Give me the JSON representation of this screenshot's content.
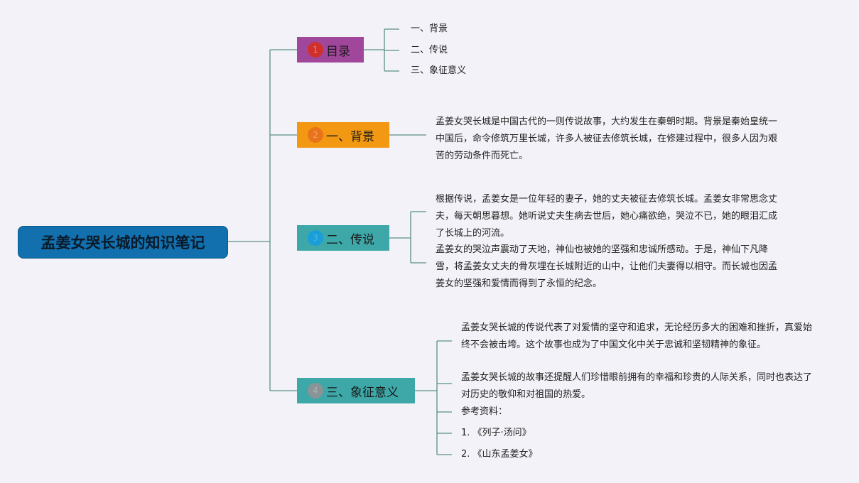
{
  "root": {
    "title": "孟姜女哭长城的知识笔记"
  },
  "topics": [
    {
      "num": "1",
      "label": "目录",
      "bg": "#a0479b",
      "badge": "#d0302c",
      "numColor": "#e88080"
    },
    {
      "num": "2",
      "label": "一、背景",
      "bg": "#f29812",
      "badge": "#e8731a",
      "numColor": "#f4a35a"
    },
    {
      "num": "3",
      "label": "二、传说",
      "bg": "#3ea8a9",
      "badge": "#1a9ed8",
      "numColor": "#4ab4e6"
    },
    {
      "num": "4",
      "label": "三、象征意义",
      "bg": "#3ea8a9",
      "badge": "#8a9496",
      "numColor": "#a8b0b2"
    }
  ],
  "toc": [
    "一、背景",
    "二、传说",
    "三、象征意义"
  ],
  "background": {
    "text": "孟姜女哭长城是中国古代的一则传说故事，大约发生在秦朝时期。背景是秦始皇统一中国后，命令修筑万里长城，许多人被征去修筑长城，在修建过程中，很多人因为艰苦的劳动条件而死亡。"
  },
  "legend": {
    "para1": "根据传说，孟姜女是一位年轻的妻子，她的丈夫被征去修筑长城。孟姜女非常思念丈夫，每天朝思暮想。她听说丈夫生病去世后，她心痛欲绝，哭泣不已，她的眼泪汇成了长城上的河流。",
    "para2": "孟姜女的哭泣声震动了天地，神仙也被她的坚强和忠诚所感动。于是，神仙下凡降雪，将孟姜女丈夫的骨灰埋在长城附近的山中，让他们夫妻得以相守。而长城也因孟姜女的坚强和爱情而得到了永恒的纪念。"
  },
  "symbolism": {
    "para1": "孟姜女哭长城的传说代表了对爱情的坚守和追求，无论经历多大的困难和挫折，真爱始终不会被击垮。这个故事也成为了中国文化中关于忠诚和坚韧精神的象征。",
    "para2": "孟姜女哭长城的故事还提醒人们珍惜眼前拥有的幸福和珍贵的人际关系，同时也表达了对历史的敬仰和对祖国的热爱。",
    "refs_label": "参考资料：",
    "ref1": "1. 《列子·汤问》",
    "ref2": "2. 《山东孟姜女》"
  },
  "colors": {
    "line": "#5a8f88",
    "background": "#f3f2f8",
    "root": "#1170ad"
  }
}
